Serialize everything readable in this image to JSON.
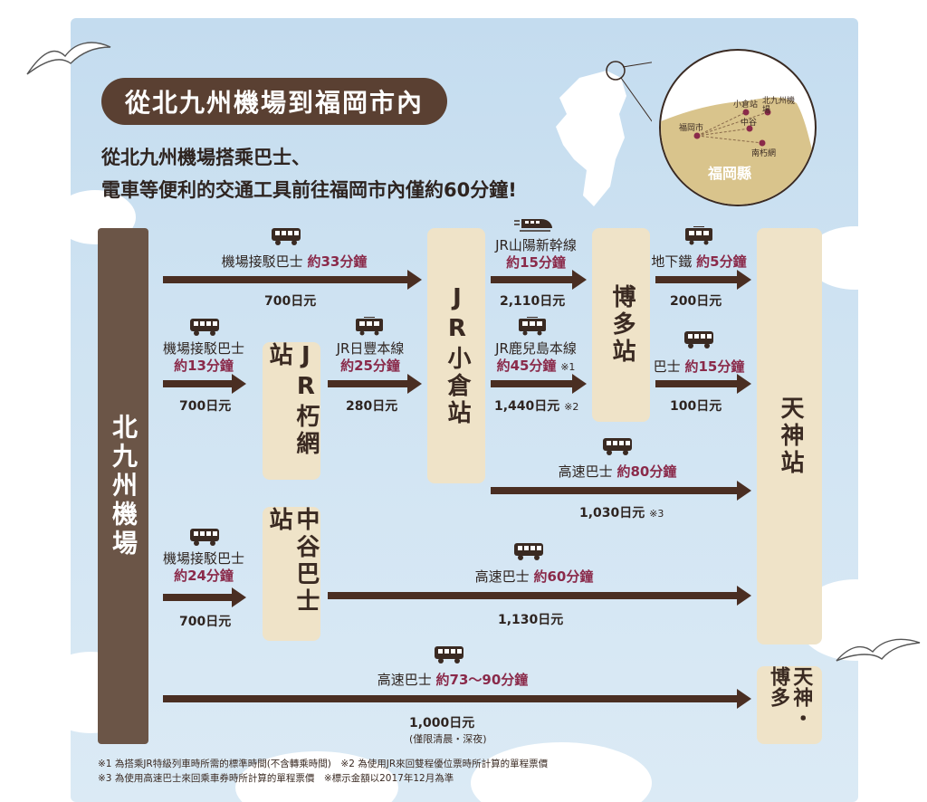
{
  "title": "從北九州機場到福岡市內",
  "subtitle_line1": "從北九州機場搭乘巴士、",
  "subtitle_line2": "電車等便利的交通工具前往福岡市內僅約60分鐘!",
  "map": {
    "region": "福岡縣",
    "places": [
      "小倉站",
      "北九州機場",
      "中谷",
      "福岡市",
      "南朽網"
    ]
  },
  "stations": {
    "kitakyushu_airport": "北九州機場",
    "kutsumi": "JR朽網站",
    "nakatani": "中谷巴士站",
    "kokura": "JR小倉站",
    "hakata": "博多站",
    "tenjin": "天神站",
    "tenjin_hakata": "天神・博多"
  },
  "routes": {
    "airport_kokura": {
      "name": "機場接駁巴士",
      "duration": "約33分鐘",
      "price": "700日元"
    },
    "airport_kutsumi": {
      "name": "機場接駁巴士",
      "duration": "約13分鐘",
      "price": "700日元"
    },
    "kutsumi_kokura": {
      "name": "JR日豐本線",
      "duration": "約25分鐘",
      "price": "280日元"
    },
    "shinkansen": {
      "name": "JR山陽新幹線",
      "duration": "約15分鐘",
      "price": "2,110日元"
    },
    "kagoshima": {
      "name": "JR鹿兒島本線",
      "duration": "約45分鐘",
      "mark": "※1",
      "price": "1,440日元",
      "price_mark": "※2"
    },
    "subway": {
      "name": "地下鐵",
      "duration": "約5分鐘",
      "price": "200日元"
    },
    "bus_hakata_tenjin": {
      "name": "巴士",
      "duration": "約15分鐘",
      "price": "100日元"
    },
    "express_kokura": {
      "name": "高速巴士",
      "duration": "約80分鐘",
      "price": "1,030日元",
      "price_mark": "※3"
    },
    "airport_nakatani": {
      "name": "機場接駁巴士",
      "duration": "約24分鐘",
      "price": "700日元"
    },
    "express_nakatani": {
      "name": "高速巴士",
      "duration": "約60分鐘",
      "price": "1,130日元"
    },
    "express_airport": {
      "name": "高速巴士",
      "duration": "約73〜90分鐘",
      "price": "1,000日元",
      "price_note": "(僅限清晨・深夜)"
    }
  },
  "notes": {
    "line1": "※1 為搭乘JR特級列車時所需的標準時間(不含轉乘時間)　※2 為使用JR來回雙程優位票時所計算的單程票價",
    "line2": "※3 為使用高速巴士來回乘車券時所計算的單程票價　※標示金額以2017年12月為準"
  },
  "colors": {
    "accent": "#8a2a4a",
    "dark_brown": "#4a2e22",
    "bar": "#6b5547",
    "column": "#efe3c8",
    "sky": "#cfe3f2"
  },
  "icons": [
    "bus-icon",
    "train-icon",
    "shinkansen-icon",
    "seagull-icon"
  ]
}
